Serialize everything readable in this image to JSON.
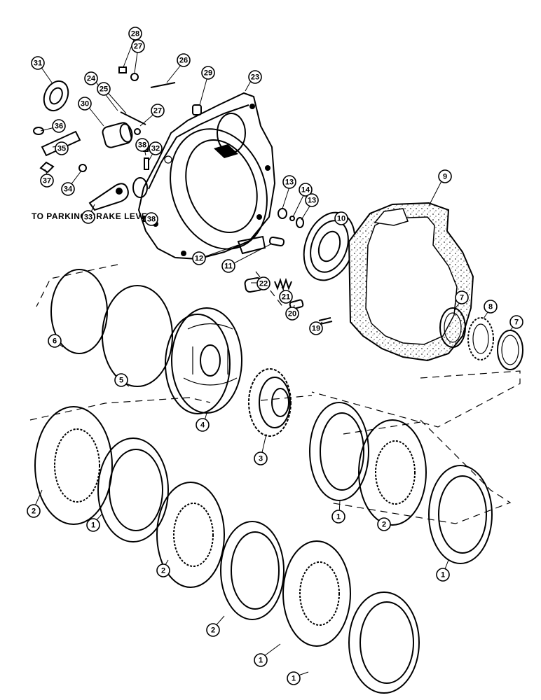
{
  "diagram": {
    "caption": "TO PARKING BRAKE LEVER",
    "callouts": [
      {
        "id": "31",
        "label": "31"
      },
      {
        "id": "28",
        "label": "28"
      },
      {
        "id": "27a",
        "label": "27"
      },
      {
        "id": "26",
        "label": "26"
      },
      {
        "id": "29",
        "label": "29"
      },
      {
        "id": "23",
        "label": "23"
      },
      {
        "id": "24",
        "label": "24"
      },
      {
        "id": "25",
        "label": "25"
      },
      {
        "id": "30",
        "label": "30"
      },
      {
        "id": "27b",
        "label": "27"
      },
      {
        "id": "36",
        "label": "36"
      },
      {
        "id": "35",
        "label": "35"
      },
      {
        "id": "38a",
        "label": "38"
      },
      {
        "id": "32",
        "label": "32"
      },
      {
        "id": "37",
        "label": "37"
      },
      {
        "id": "34",
        "label": "34"
      },
      {
        "id": "33",
        "label": "33"
      },
      {
        "id": "38b",
        "label": "38"
      },
      {
        "id": "13a",
        "label": "13"
      },
      {
        "id": "14",
        "label": "14"
      },
      {
        "id": "13b",
        "label": "13"
      },
      {
        "id": "9",
        "label": "9"
      },
      {
        "id": "10",
        "label": "10"
      },
      {
        "id": "12",
        "label": "12"
      },
      {
        "id": "11",
        "label": "11"
      },
      {
        "id": "22",
        "label": "22"
      },
      {
        "id": "21",
        "label": "21"
      },
      {
        "id": "20",
        "label": "20"
      },
      {
        "id": "19",
        "label": "19"
      },
      {
        "id": "7a",
        "label": "7"
      },
      {
        "id": "8",
        "label": "8"
      },
      {
        "id": "7b",
        "label": "7"
      },
      {
        "id": "6",
        "label": "6"
      },
      {
        "id": "5",
        "label": "5"
      },
      {
        "id": "4",
        "label": "4"
      },
      {
        "id": "3",
        "label": "3"
      },
      {
        "id": "2a",
        "label": "2"
      },
      {
        "id": "1a",
        "label": "1"
      },
      {
        "id": "2b",
        "label": "2"
      },
      {
        "id": "1b",
        "label": "1"
      },
      {
        "id": "2c",
        "label": "2"
      },
      {
        "id": "1c",
        "label": "1"
      },
      {
        "id": "2d",
        "label": "2"
      },
      {
        "id": "1d",
        "label": "1"
      },
      {
        "id": "1e",
        "label": "1"
      },
      {
        "id": "2e",
        "label": "2"
      },
      {
        "id": "1f",
        "label": "1"
      }
    ]
  }
}
